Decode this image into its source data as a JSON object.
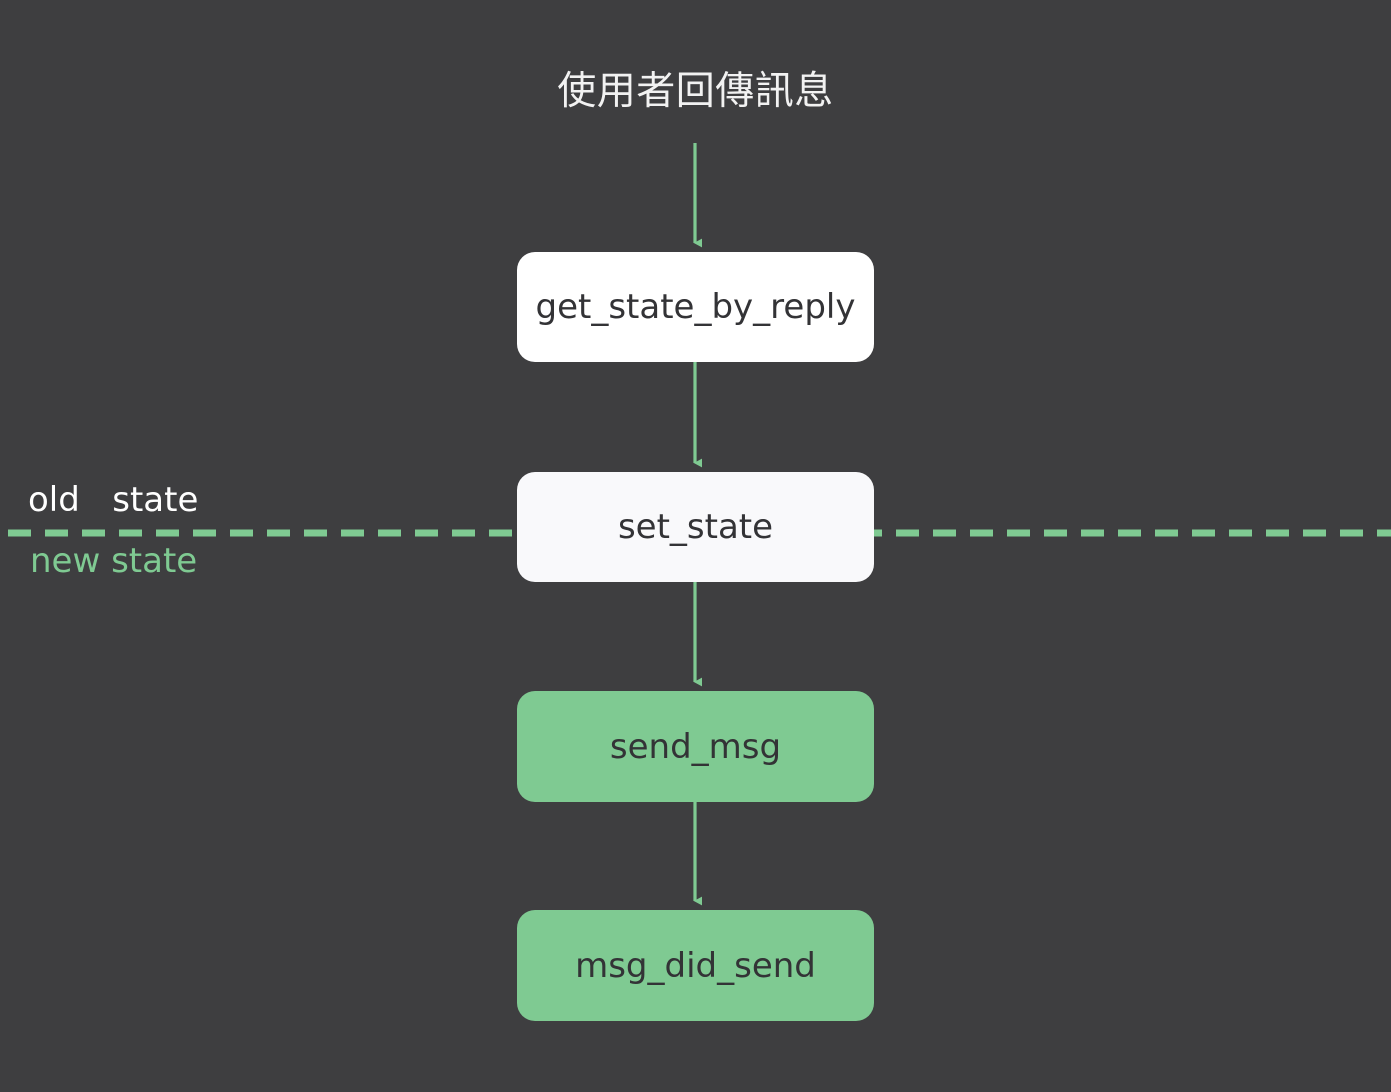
{
  "diagram": {
    "title": "使用者回傳訊息",
    "background_color": "#3e3e40",
    "accent_color": "#7fca92",
    "nodes": [
      {
        "id": "get_state_by_reply",
        "label": "get_state_by_reply",
        "fill": "#ffffff",
        "text_color": "#333336"
      },
      {
        "id": "set_state",
        "label": "set_state",
        "fill": "#f9f9fb",
        "text_color": "#333336"
      },
      {
        "id": "send_msg",
        "label": "send_msg",
        "fill": "#7fca92",
        "text_color": "#333336"
      },
      {
        "id": "msg_did_send",
        "label": "msg_did_send",
        "fill": "#7fca92",
        "text_color": "#333336"
      }
    ],
    "edges": [
      {
        "from": "使用者回傳訊息",
        "to": "get_state_by_reply",
        "style": "solid-arrow",
        "color": "#7fca92"
      },
      {
        "from": "get_state_by_reply",
        "to": "set_state",
        "style": "solid-arrow",
        "color": "#7fca92"
      },
      {
        "from": "set_state",
        "to": "send_msg",
        "style": "solid-arrow",
        "color": "#7fca92"
      },
      {
        "from": "send_msg",
        "to": "msg_did_send",
        "style": "solid-arrow",
        "color": "#7fca92"
      }
    ],
    "boundary": {
      "style": "dashed",
      "color": "#7fca92",
      "above_label": "old   state",
      "above_label_color": "#ffffff",
      "below_label": "new state",
      "below_label_color": "#7fca92"
    }
  }
}
